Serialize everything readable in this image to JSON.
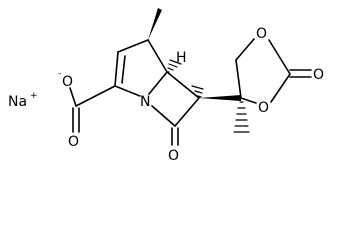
{
  "molecule": {
    "counter_ion": "Na",
    "counter_ion_charge": "+",
    "atoms": {
      "carboxylate_o": "O",
      "carboxylate_charge": "-",
      "carboxyl_o_double": "O",
      "ring_n": "N",
      "lactam_o": "O",
      "dioxolane_o_top": "O",
      "dioxolane_o_bottom": "O",
      "carbonate_o": "O",
      "stereo_h": "H"
    }
  }
}
